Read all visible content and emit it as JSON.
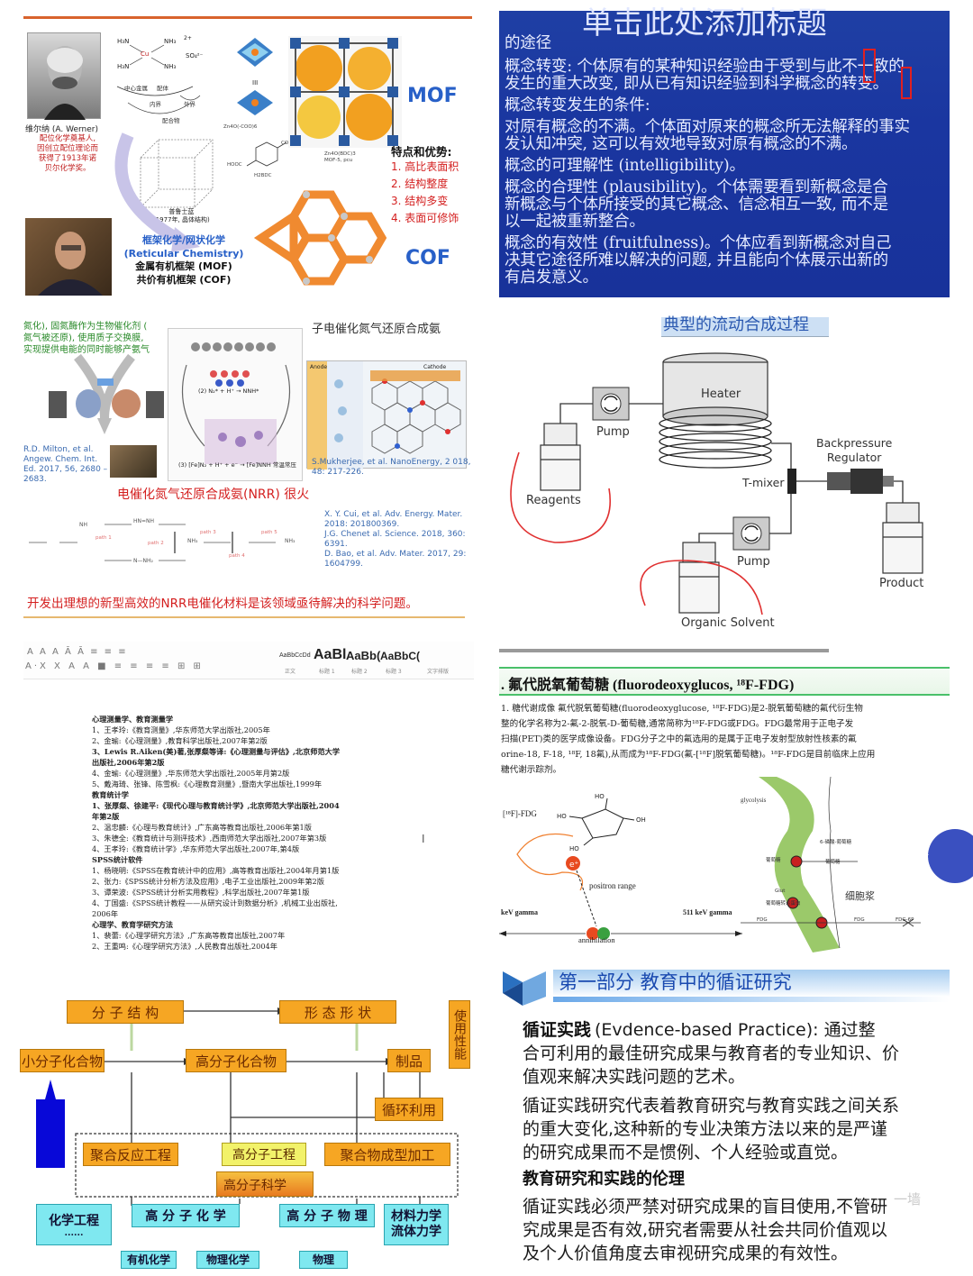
{
  "p1": {
    "werner_name": "维尔纳 (A. Werner)",
    "werner_desc": [
      "配位化学奠基人,",
      "因创立配位理论而",
      "获得了1913年诺",
      "贝尔化学奖。"
    ],
    "complex_labels": {
      "center_metal": "中心金属",
      "ligand": "配体",
      "inner": "内界",
      "outer": "外界",
      "coordination": "配合物"
    },
    "prussian": [
      "普鲁士蓝",
      "(1977年, 晶体结构)"
    ],
    "mof": "MOF",
    "cof": "COF",
    "features_title": "特点和优势:",
    "features": [
      "1.  高比表面积",
      "2.  结构整度",
      "3.  结构多变",
      "4.  表面可修饰"
    ],
    "reticular": [
      "框架化学/网状化学",
      "(Reticular Chemistry)",
      "金属有机框架 (MOF)",
      "共价有机框架 (COF)"
    ],
    "small_labels": [
      "Zn4O(-COO)6",
      "H2BDC",
      "COOH",
      "HOOC",
      "Zn4O(BDC)3",
      "MOF-5, pcu"
    ]
  },
  "p2": {
    "title": "单击此处添加标题",
    "lines": [
      "的途径",
      "概念转变: 个体原有的某种知识经验由于受到与此不一致的",
      "发生的重大改变, 即从已有知识经验到科学概念的转变。",
      "概念转变发生的条件:",
      "对原有概念的不满。个体面对原来的概念所无法解释的事实",
      "发认知冲突, 这可以有效地导致对原有概念的不满。",
      "概念的可理解性 (intelligibility)。",
      "概念的合理性 (plausibility)。个体需要看到新概念是合",
      "新概念与个体所接受的其它概念、信念相互一致, 而不是",
      "以一起被重新整合。",
      "概念的有效性 (fruitfulness)。个体应看到新概念对自己",
      "决其它途径所难以解决的问题, 并且能向个体展示出新的",
      "有启发意义。"
    ]
  },
  "p3": {
    "top_left": [
      "氮化), 固氮酶作为生物催化剂 (",
      "氮气被还原), 使用质子交换膜,",
      "实现提供电能的同时能够产氨气"
    ],
    "top_title": "子电催化氮气还原合成氨",
    "cite1": [
      "R.D. Milton, et al.",
      "Angew. Chem. Int.",
      "Ed. 2017, 56, 2680 –",
      "2683."
    ],
    "cite2": [
      "S.Mukherjee, et al. NanoEnergy, 2 018,",
      "48: 217-226."
    ],
    "eq1": "(2) N₂* + H⁺ → NNH*",
    "eq2": "(3) [Fe]N₂ + H⁺ + e⁻ → [Fe]NNH 常温常压",
    "anode": "Anode",
    "cathode": "Cathode",
    "nrr_title": "电催化氮气还原合成氨(NRR) 很火",
    "cite3": [
      "X. Y. Cui, et al. Adv. Energy. Mater.",
      "2018: 201800369.",
      "J.G. Chenet al. Science. 2018, 360:",
      "6391.",
      "D. Bao, et al. Adv. Mater. 2017, 29:",
      "1604799."
    ],
    "path_labels": [
      "path 1",
      "path 2",
      "path 3",
      "path 4",
      "path 5"
    ],
    "bottom": "开发出理想的新型高效的NRR电催化材料是该领域亟待解决的科学问题。"
  },
  "p4": {
    "title": "典型的流动合成过程",
    "heater": "Heater",
    "pump1": "Pump",
    "pump2": "Pump",
    "reagents": "Reagents",
    "tmixer": "T-mixer",
    "backpressure": [
      "Backpressure",
      "Regulator"
    ],
    "product": "Product",
    "bottom_label": "Organic Solvent"
  },
  "p5": {
    "styles": [
      "AaBbCcDd",
      "AaBl",
      "AaBb(",
      "AaBbC("
    ],
    "style_names": [
      "正文",
      "标题 1",
      "标题 2",
      "标题 3"
    ],
    "toolbar_right": "文字排版",
    "doc_lines": [
      "心理测量学、教育测量学",
      "1、王孝玲:《教育测量》,华东师范大学出版社,2005年",
      "2、金瑜:《心理测量》,教育科学出版社,2007年第2版",
      "3、Lewis R.Aiken(美)著,张厚粲等译:《心理测量与评估》,北京师范大学",
      "出版社,2006年第2版",
      "4、金瑜:《心理测量》,华东师范大学出版社,2005年月第2版",
      "5、戴海琦、张锋、陈雪枫:《心理教育测量》,暨南大学出版社,1999年",
      "教育统计学",
      "1、张厚粲、徐建平:《现代心理与教育统计学》,北京师范大学出版社,2004",
      "年第2版",
      "2、温忠麟:《心理与教育统计》,广东高等教育出版社,2006年第1版",
      "3、朱德全:《教育统计与测评技术》,西南师范大学出版社,2007年第3版",
      "4、王孝玲:《教育统计学》,华东师范大学出版社,2007年,第4版",
      "SPSS统计软件",
      "1、杨晓明:《SPSS在教育统计中的应用》,高等教育出版社,2004年月第1版",
      "2、张力:《SPSS统计分析方法及应用》,电子工业出版社,2009年第2版",
      "3、谭荣波:《SPSS统计分析实用教程》,科学出版社,2007年第1版",
      "4、丁国盛:《SPSS统计教程——从研究设计到数据分析》,机械工业出版社,",
      "2006年",
      "心理学、教育学研究方法",
      "1、裴蕾:《心理学研究方法》,广东高等教育出版社,2007年",
      "2、王重鸣:《心理学研究方法》,人民教育出版社,2004年"
    ]
  },
  "p6": {
    "heading": ". 氟代脱氧葡萄糖 (fluorodeoxyglucos, ¹⁸F-FDG)",
    "body": [
      "1. 糖代谢成像   氟代脱氧葡萄糖(fluorodeoxyglucose, ¹⁸F-FDG)是2-脱氧葡萄糖的氟代衍生物",
      "整的化学名称为2-氟-2-脱氧-D-葡萄糖,通常简称为¹⁸F-FDG或FDG。FDG最常用于正电子发",
      "扫描(PET)类的医学成像设备。FDG分子之中的氟选用的是属于正电子发射型放射性核素的氟",
      "orine-18, F-18, ¹⁸F, 18氟),从而成为¹⁸F-FDG(氟-[¹⁸F]脱氧葡萄糖)。¹⁸F-FDG是目前临床上应用",
      "糖代谢示踪剂。"
    ],
    "fdg_label": "[¹⁸F]-FDG",
    "positron": "positron range",
    "gamma_left": "keV gamma",
    "gamma_right": "511 keV gamma",
    "annihilation": "annihilation",
    "glycolysis": "glycolysis",
    "nucleus": "细胞核",
    "cytoplasm": "细胞浆",
    "diagram_labels": [
      "6-磷酸-葡萄糖",
      "葡萄糖",
      "葡萄糖",
      "Glut",
      "葡萄糖转运蛋白",
      "FDG",
      "FDG",
      "FDG-6P"
    ]
  },
  "p7": {
    "molecular_structure": "分 子 结 构",
    "morphology": "形 态 形 状",
    "usability": "使用性能",
    "small_molecule": "小分子化合物",
    "polymer_compound": "高分子化合物",
    "product": "制品",
    "recycle": "循环利用",
    "polymerization_eng": "聚合反应工程",
    "polymer_eng": "高分子工程",
    "polymer_processing": "聚合物成型加工",
    "polymer_science": "高分子科学",
    "chem_eng": "化学工程",
    "chem_eng_dots": "......",
    "polymer_chem": "高 分 子 化 学",
    "polymer_phys": "高 分 子 物 理",
    "materials_mech": [
      "材料力学",
      "流体力学"
    ],
    "bottom_partial": [
      "有机化学",
      "物理化学",
      "物理"
    ]
  },
  "p8": {
    "title": "第一部分 教育中的循证研究",
    "term": "循证实践",
    "para1": [
      "(Evdence-based Practice): 通过整",
      "合可利用的最佳研究成果与教育者的专业知识、价",
      "值观来解决实践问题的艺术。"
    ],
    "para2": [
      "循证实践研究代表着教育研究与教育实践之间关系",
      "的重大变化,这种新的专业决策方法以来的是严谨",
      "的研究成果而不是惯例、个人经验或直觉。"
    ],
    "subheading": "教育研究和实践的伦理",
    "para3": [
      "循证实践必须严禁对研究成果的盲目使用,不管研",
      "究成果是否有效,研究者需要从社会共同价值观以",
      "及个人价值角度去审视研究成果的有效性。"
    ],
    "watermark": "一墙"
  },
  "colors": {
    "slide_blue": "#1c38a0",
    "red_accent": "#d42020",
    "orange_box": "#f6a623",
    "yellow_box": "#f2f26a",
    "cyan_box": "#7fe8f0"
  }
}
